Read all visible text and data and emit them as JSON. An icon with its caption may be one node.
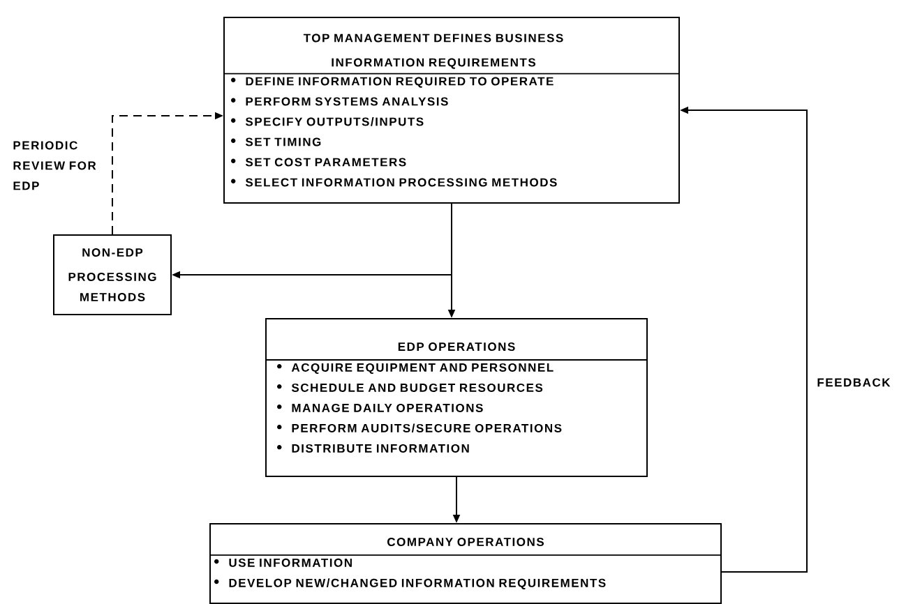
{
  "diagram": {
    "nodes": [
      {
        "text": [
          "TOP MANAGEMENT DEFINES BUSINESS INFORMATION REQUIREMENTS",
          "DEFINE INFORMATION REQUIRED TO OPERATE",
          "PERFORM SYSTEMS ANALYSIS",
          "SPECIFY OUTPUTS/INPUTS",
          "SET TIMING",
          "SET COST PARAMETERS",
          "SELECT INFORMATION PROCESSING METHODS"
        ]
      },
      {
        "text": [
          "NON-EDP PROCESSING METHODS"
        ]
      },
      {
        "text": [
          "EDP OPERATIONS",
          "ACQUIRE EQUIPMENT AND PERSONNEL",
          "SCHEDULE AND BUDGET RESOURCES",
          "MANAGE DAILY OPERATIONS",
          "PERFORM AUDITS/SECURE OPERATIONS",
          "DISTRIBUTE INFORMATION"
        ]
      },
      {
        "text": [
          "COMPANY OPERATIONS",
          "USE INFORMATION",
          "DEVELOP NEW/CHANGED INFORMATION REQUIREMENTS"
        ]
      }
    ],
    "edges": [
      {
        "from": 0,
        "to": 2,
        "arrow": "to"
      },
      {
        "from": 0,
        "to": 1,
        "arrow": "to"
      },
      {
        "from": 1,
        "to": 0,
        "arrow": "to",
        "style": "dashed",
        "label": "PERIODIC REVIEW FOR EDP"
      },
      {
        "from": 2,
        "to": 3,
        "arrow": "to"
      },
      {
        "from": 3,
        "to": 0,
        "arrow": "to",
        "label": "FEEDBACK"
      }
    ]
  }
}
